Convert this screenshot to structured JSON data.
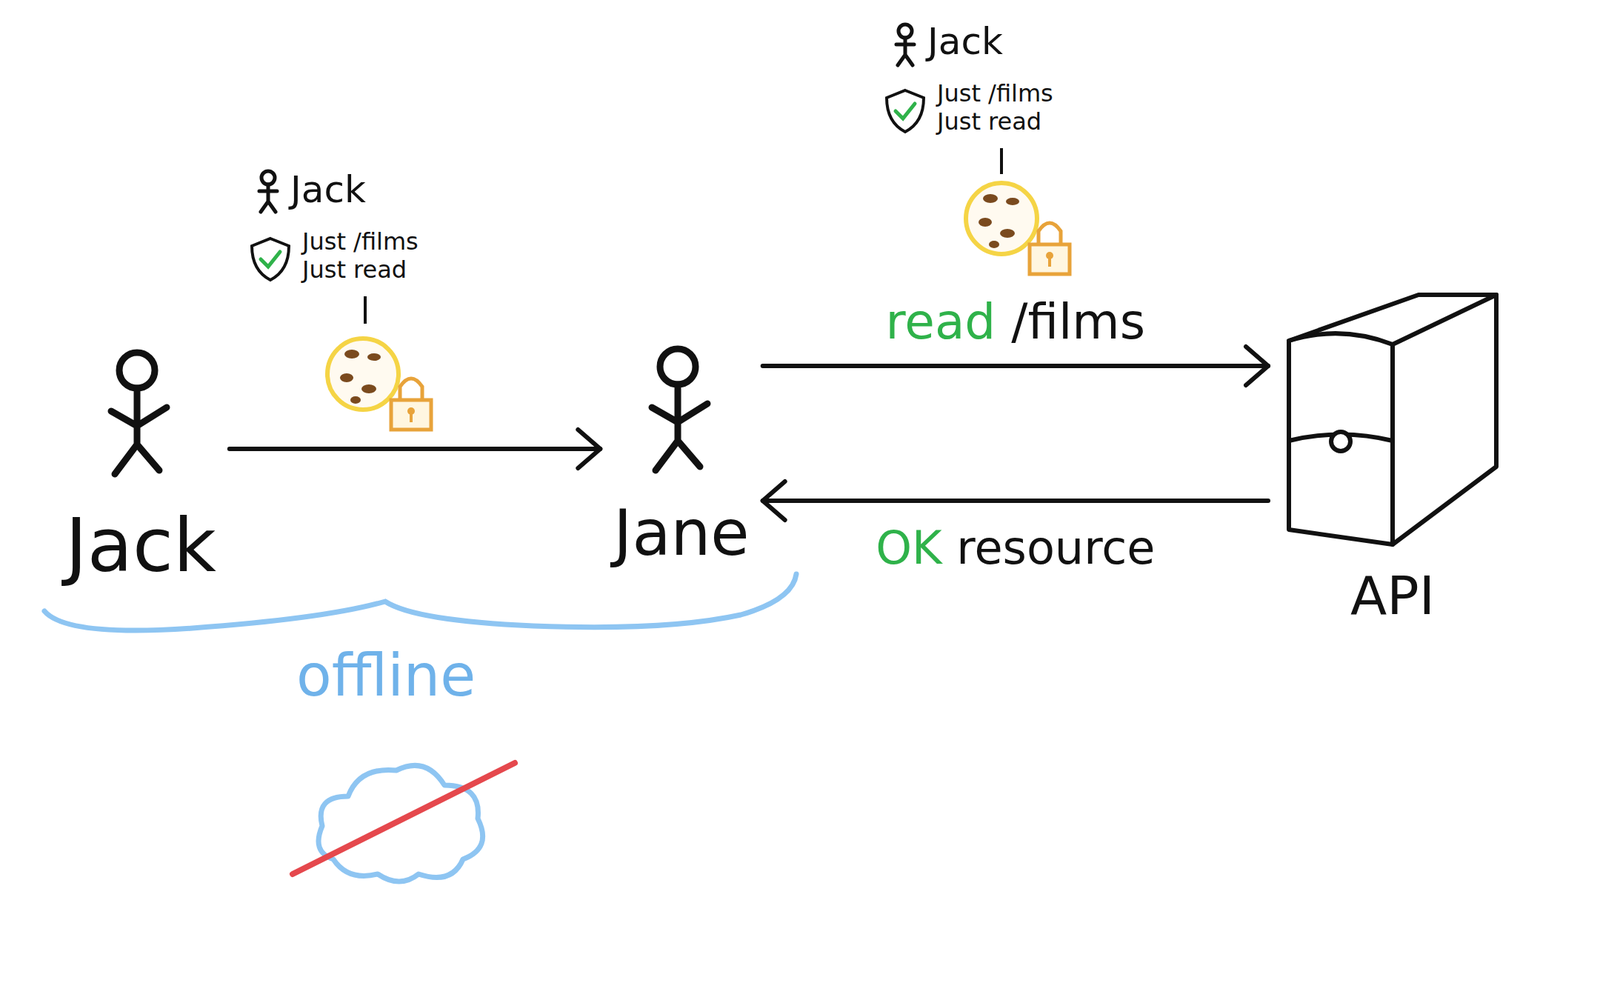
{
  "diagram": {
    "nodes": [
      {
        "text": [
          "Jack"
        ]
      },
      {
        "text": [
          "Jane"
        ]
      },
      {
        "text": [
          "API"
        ]
      }
    ],
    "edges": [
      {
        "from": 0,
        "to": 1,
        "arrow": "to"
      },
      {
        "from": 1,
        "to": 2,
        "label": "read /films",
        "arrow": "to"
      },
      {
        "from": 2,
        "to": 1,
        "label": "OK resource",
        "arrow": "to"
      }
    ],
    "labels": [
      "Jack",
      "Just /films",
      "Just read",
      "Jack",
      "Just /films",
      "Just read",
      "offline"
    ]
  }
}
